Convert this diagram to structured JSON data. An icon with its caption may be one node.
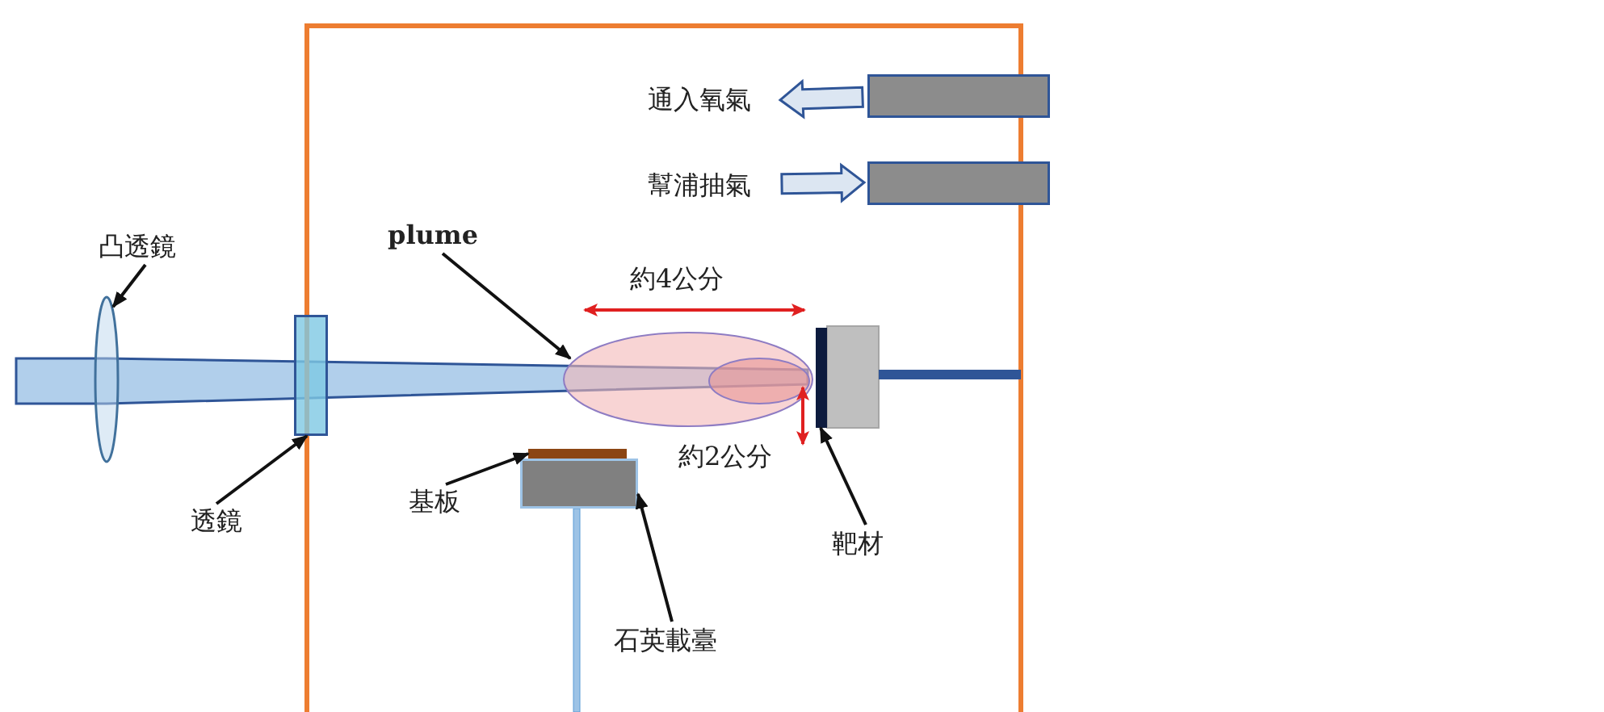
{
  "diagram": {
    "nodes": [
      {
        "text": [
          "凸透鏡"
        ]
      },
      {
        "text": [],
        "shape": "ellipse"
      },
      {
        "text": [
          "透鏡"
        ]
      },
      {
        "text": [],
        "shape": "box"
      },
      {
        "text": [
          "plume"
        ]
      },
      {
        "text": [],
        "shape": "ellipse"
      },
      {
        "text": [
          "基板"
        ]
      },
      {
        "text": [],
        "shape": "bar"
      },
      {
        "text": [
          "石英載臺"
        ]
      },
      {
        "text": [],
        "shape": "box"
      },
      {
        "text": [
          "靶材"
        ]
      },
      {
        "text": [],
        "shape": "bar"
      },
      {
        "text": [
          "通入氧氣"
        ]
      },
      {
        "text": [],
        "shape": "bar"
      },
      {
        "text": [
          "幫浦抽氣"
        ]
      },
      {
        "text": [],
        "shape": "bar"
      }
    ],
    "edges": [
      {
        "from": 0,
        "to": 1,
        "arrow": "to"
      },
      {
        "from": 2,
        "to": 3,
        "arrow": "to"
      },
      {
        "from": 4,
        "to": 5,
        "arrow": "to"
      },
      {
        "from": 6,
        "to": 7,
        "arrow": "to"
      },
      {
        "from": 8,
        "to": 9,
        "arrow": "to"
      },
      {
        "from": 10,
        "to": 11,
        "arrow": "to"
      },
      {
        "from": 13,
        "to": 12,
        "arrow": "to",
        "style": "thick",
        "color": "#dce6f2"
      },
      {
        "from": 14,
        "to": 15,
        "arrow": "to",
        "style": "thick",
        "color": "#dce6f2"
      }
    ],
    "labels": [
      "約4公分",
      "約2公分"
    ]
  }
}
